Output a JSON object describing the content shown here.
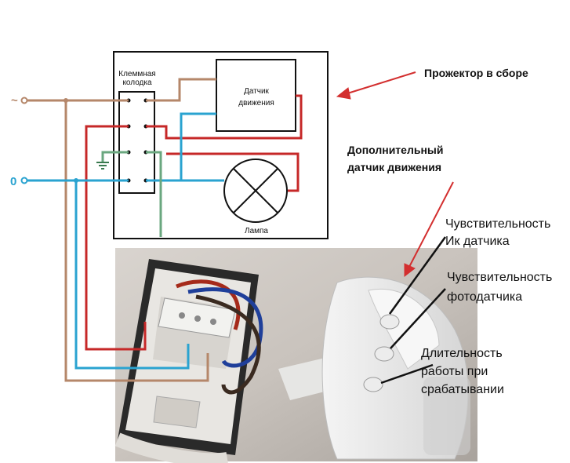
{
  "diagram": {
    "terminal_block_label_line1": "Клеммная",
    "terminal_block_label_line2": "колодка",
    "sensor_label_line1": "Датчик",
    "sensor_label_line2": "движения",
    "lamp_label": "Лампа",
    "phase_symbol": "~",
    "neutral_symbol": "0",
    "projector_note": "Прожектор в сборе",
    "extra_sensor_line1": "Дополнительный",
    "extra_sensor_line2": "датчик движения"
  },
  "photo_annotations": {
    "ir_sens_line1": "Чувствительность",
    "ir_sens_line2": "Ик датчика",
    "photo_sens_line1": "Чувствительность",
    "photo_sens_line2": "фотодатчика",
    "duration_line1": "Длительность",
    "duration_line2": "работы при",
    "duration_line3": "срабатывании"
  },
  "colors": {
    "phase_wire": "#b5876a",
    "neutral_wire": "#2aa3d0",
    "live_wire": "#c62828",
    "ground_wire": "#6aa77f",
    "arrow": "#d32f2f",
    "photo_bg": "#cfc9c3"
  }
}
